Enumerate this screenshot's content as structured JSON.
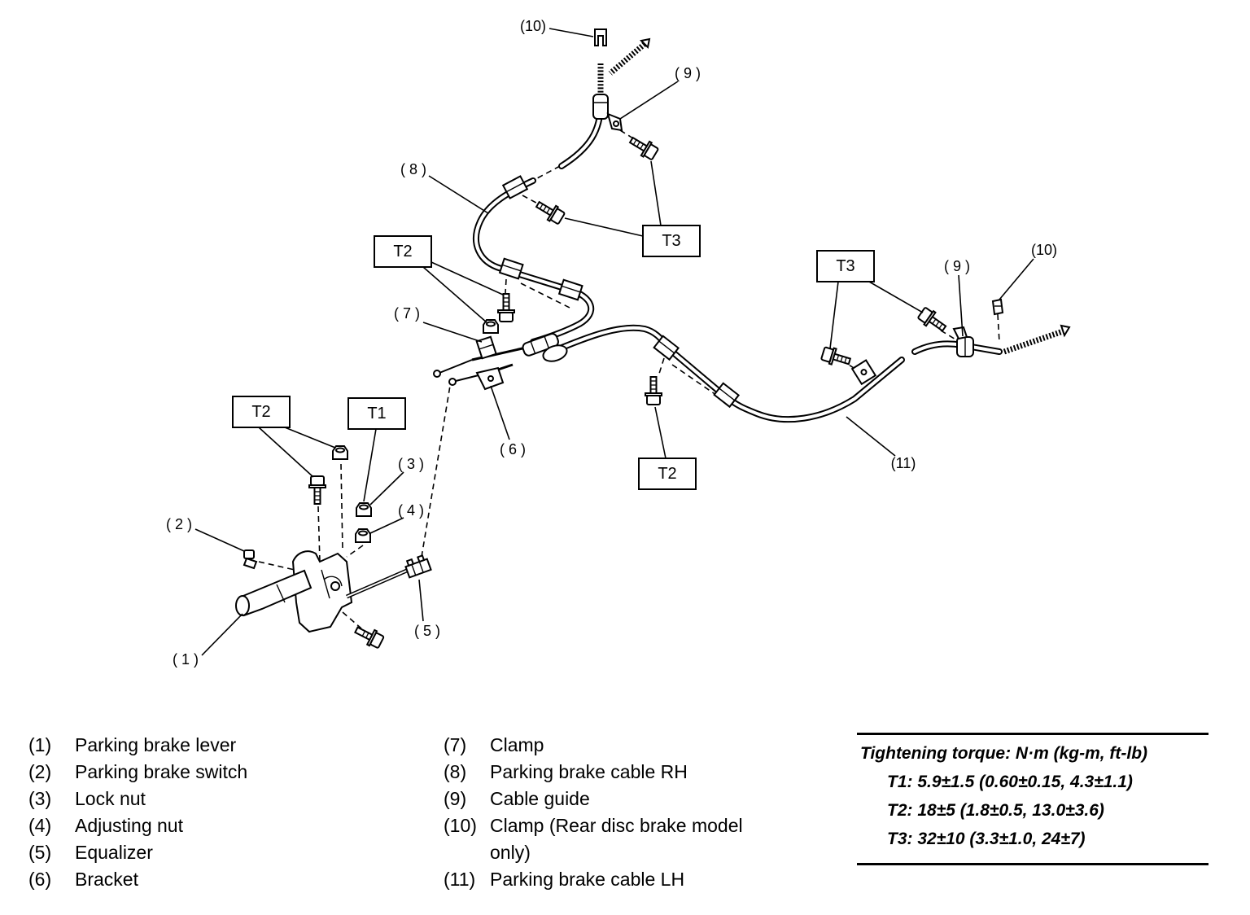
{
  "callouts": {
    "p10_top": "(10)",
    "p9_top": "( 9 )",
    "p8": "( 8 )",
    "p7": "( 7 )",
    "p9_right": "( 9 )",
    "p10_right": "(10)",
    "p6": "( 6 )",
    "p3": "( 3 )",
    "p11": "(11)",
    "p4": "( 4 )",
    "p2": "( 2 )",
    "p5": "( 5 )",
    "p1": "( 1 )"
  },
  "torque_boxes": [
    "T3",
    "T2",
    "T3",
    "T2",
    "T1",
    "T2"
  ],
  "legend": {
    "left": [
      {
        "num": "(1)",
        "label": "Parking brake lever"
      },
      {
        "num": "(2)",
        "label": "Parking brake switch"
      },
      {
        "num": "(3)",
        "label": "Lock nut"
      },
      {
        "num": "(4)",
        "label": "Adjusting nut"
      },
      {
        "num": "(5)",
        "label": "Equalizer"
      },
      {
        "num": "(6)",
        "label": "Bracket"
      }
    ],
    "right": [
      {
        "num": "(7)",
        "label": "Clamp"
      },
      {
        "num": "(8)",
        "label": "Parking brake cable RH"
      },
      {
        "num": "(9)",
        "label": "Cable guide"
      },
      {
        "num": "(10)",
        "label": "Clamp (Rear disc brake model only)"
      },
      {
        "num": "(11)",
        "label": "Parking brake cable LH"
      }
    ]
  },
  "torque_spec": {
    "title": "Tightening torque: N·m (kg-m, ft-lb)",
    "lines": [
      "T1: 5.9±1.5 (0.60±0.15, 4.3±1.1)",
      "T2: 18±5 (1.8±0.5, 13.0±3.6)",
      "T3: 32±10 (3.3±1.0, 24±7)"
    ]
  }
}
